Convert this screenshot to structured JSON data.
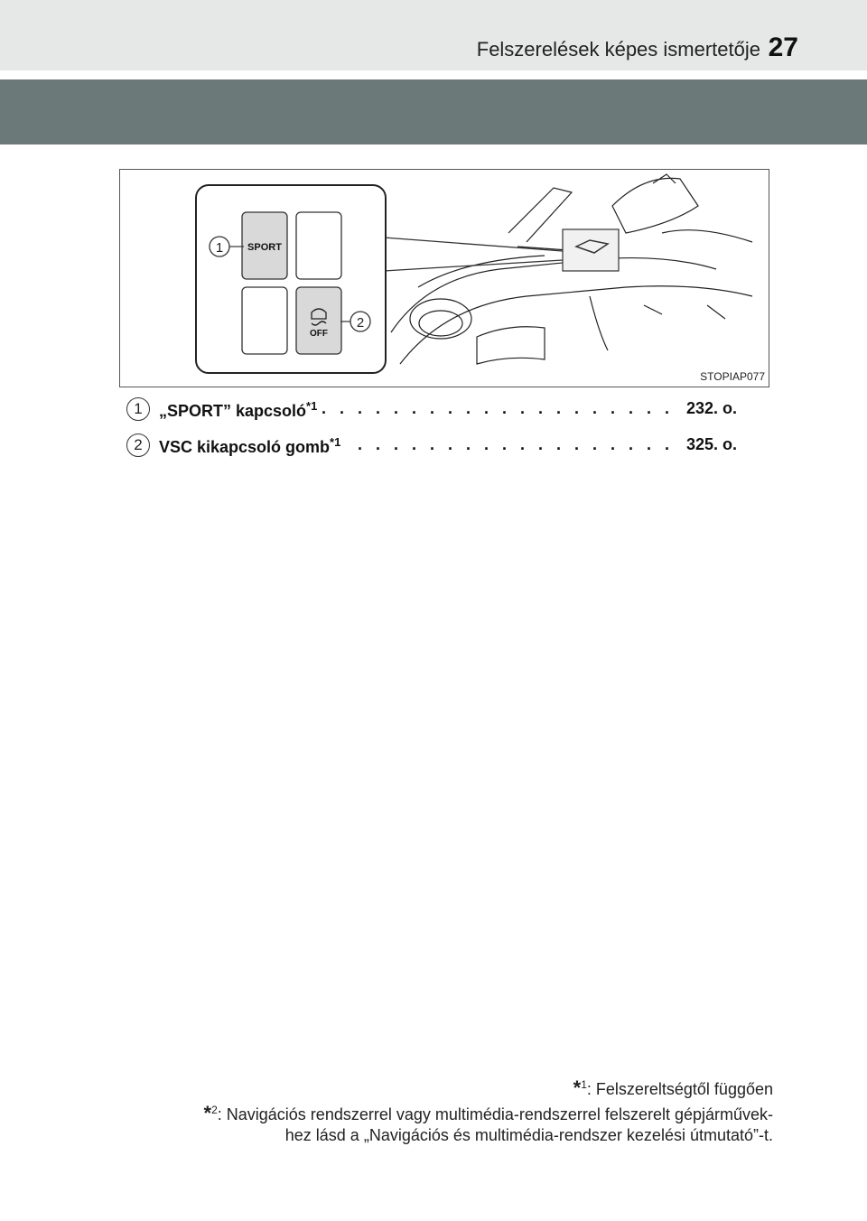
{
  "header": {
    "title": "Felszerelések képes ismertetője",
    "page_number": "27"
  },
  "figure": {
    "code": "STOPIAP077",
    "callout_1": "1",
    "callout_2": "2",
    "sport_label": "SPORT",
    "off_label": "OFF"
  },
  "items": [
    {
      "num": "1",
      "label": "„SPORT” kapcsoló",
      "mark": "*1",
      "dots": ". . . . . . . . . . . . . . . . . . . . . . . . . . . . . . . . . . . . . . . .",
      "page": "232. o."
    },
    {
      "num": "2",
      "label": "VSC kikapcsoló gomb",
      "mark": "*1",
      "dots": ". . . . . . . . . . . . . . . . . . . . . . . . . . . . . . . . . . . . . . . .",
      "page": "325. o."
    }
  ],
  "footnotes": {
    "fn1_mark": "*",
    "fn1_sup": "1",
    "fn1_text": ": Felszereltségtől függően",
    "fn2_mark": "*",
    "fn2_sup": "2",
    "fn2_text": ": Navigációs rendszerrel vagy multimédia-rendszerrel felszerelt gépjárművek-",
    "fn2_text_cont": "hez lásd a „Navigációs és multimédia-rendszer kezelési útmutató”-t."
  }
}
